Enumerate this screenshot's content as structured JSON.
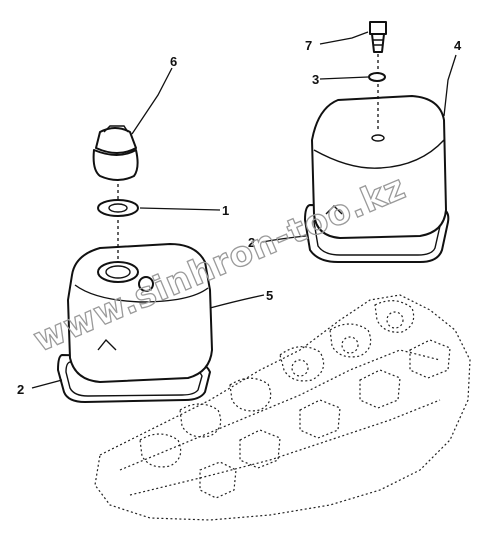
{
  "callouts": [
    {
      "id": "callout-1",
      "label": "1"
    },
    {
      "id": "callout-2-left",
      "label": "2"
    },
    {
      "id": "callout-2-right",
      "label": "2"
    },
    {
      "id": "callout-3",
      "label": "3"
    },
    {
      "id": "callout-4",
      "label": "4"
    },
    {
      "id": "callout-5",
      "label": "5"
    },
    {
      "id": "callout-6",
      "label": "6"
    },
    {
      "id": "callout-7",
      "label": "7"
    }
  ],
  "watermark": "www.sinhron-too.kz"
}
